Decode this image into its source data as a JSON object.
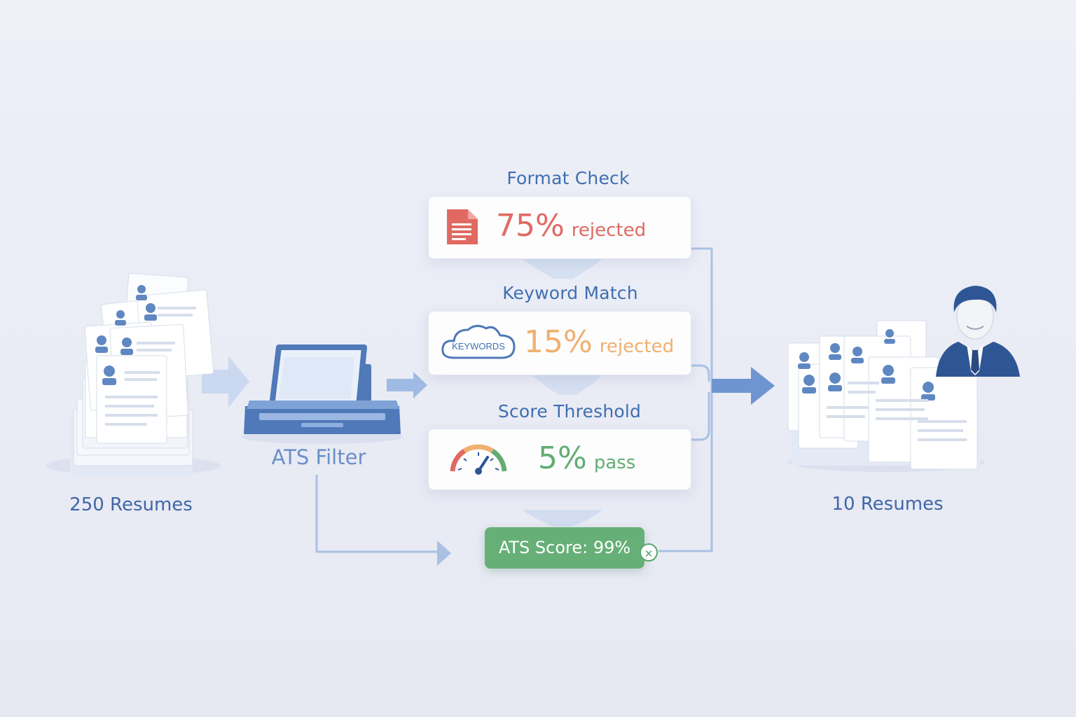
{
  "input": {
    "count_label": "250 Resumes"
  },
  "filter": {
    "label": "ATS Filter"
  },
  "stages": [
    {
      "title": "Format Check",
      "percent": "75%",
      "outcome": "rejected",
      "color": "#e06a62",
      "icon": "document-icon"
    },
    {
      "title": "Keyword Match",
      "percent": "15%",
      "outcome": "rejected",
      "color": "#f0b070",
      "icon": "cloud-icon",
      "icon_text": "KEYWORDS"
    },
    {
      "title": "Score Threshold",
      "percent": "5%",
      "outcome": "pass",
      "color": "#62ad72",
      "icon": "gauge-icon"
    }
  ],
  "result": {
    "score_label": "ATS Score: 99%",
    "close_icon": "close-icon"
  },
  "output": {
    "count_label": "10 Resumes",
    "icon": "recruiter-icon"
  },
  "colors": {
    "primary_blue": "#3f6fb0",
    "arrow_blue": "#7ea2d6",
    "line_blue": "#a9c1e3",
    "score_green": "#66b077"
  }
}
